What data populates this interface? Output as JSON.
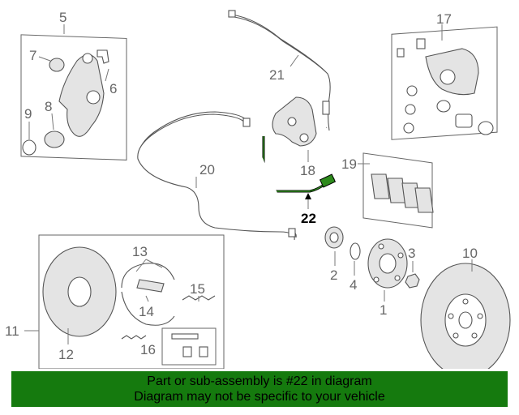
{
  "callouts": {
    "c1": "1",
    "c2": "2",
    "c3": "3",
    "c4": "4",
    "c5": "5",
    "c6": "6",
    "c7": "7",
    "c8": "8",
    "c9": "9",
    "c10": "10",
    "c11": "11",
    "c12": "12",
    "c13": "13",
    "c14": "14",
    "c15": "15",
    "c16": "16",
    "c17": "17",
    "c18": "18",
    "c19": "19",
    "c20": "20",
    "c21": "21",
    "c22": "22"
  },
  "highlighted_part": "22",
  "colors": {
    "banner": "#157a0e",
    "highlight_stroke": "#000000",
    "highlight_accent": "#2d8a1c"
  },
  "banner": {
    "line1": "Part or sub-assembly is #22 in diagram",
    "line2": "Diagram may not be specific to your vehicle"
  }
}
